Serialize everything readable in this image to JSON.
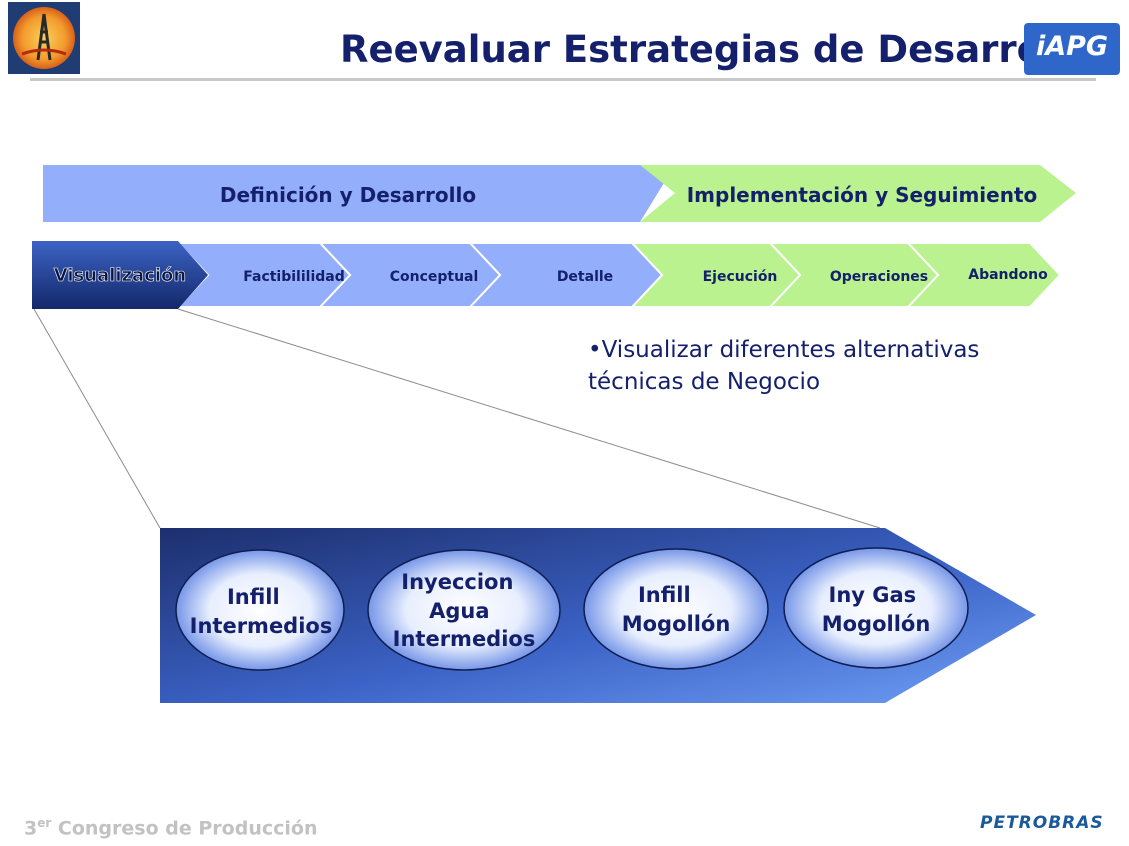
{
  "header": {
    "title": "Reevaluar Estrategias de Desarrollo",
    "right_logo_text": "iAPG"
  },
  "phases": [
    {
      "label": "Definición  y  Desarrollo",
      "color": "#93aefb"
    },
    {
      "label": "Implementación y Seguimiento",
      "color": "#b9f28e"
    }
  ],
  "stages": [
    {
      "label": "Visualización"
    },
    {
      "label": "Factibililidad"
    },
    {
      "label": "Conceptual"
    },
    {
      "label": "Detalle"
    },
    {
      "label": "Ejecución"
    },
    {
      "label": "Operaciones"
    },
    {
      "label": "Abandono"
    }
  ],
  "bullet": {
    "mark": "•",
    "text": "Visualizar diferentes alternativas técnicas de Negocio"
  },
  "options": [
    {
      "lines": [
        "Infill",
        "Intermedios"
      ]
    },
    {
      "lines": [
        "Inyeccion",
        "Agua",
        "Intermedios"
      ]
    },
    {
      "lines": [
        "Infill",
        "Mogollón"
      ]
    },
    {
      "lines": [
        "Iny Gas",
        "Mogollón"
      ]
    }
  ],
  "footer": {
    "ordinal": "3",
    "ordinal_suffix": "er",
    "event": " Congreso de Producción",
    "brand": "PETROBRAS"
  },
  "colors": {
    "title": "#14206b",
    "phase_text": "#14206b",
    "stage_blue": "#93aefb",
    "stage_green": "#b9f28e",
    "stage_dark": "#1f3d8a",
    "arrow_dark": "#233a80",
    "arrow_light": "#6e9cf3"
  }
}
